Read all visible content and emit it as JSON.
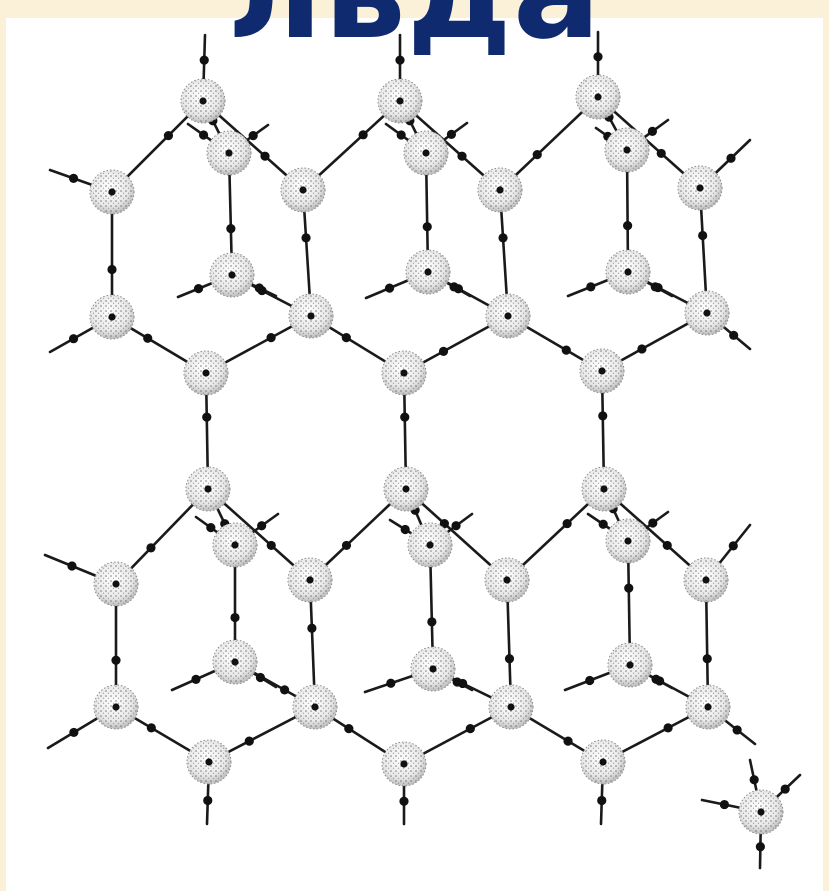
{
  "slide": {
    "title": "льда"
  },
  "diagram": {
    "kind": "ice-crystal-lattice",
    "atom_style": "stippled-sphere",
    "colors": {
      "title": "#0f2a6e",
      "background": "#fbf1d8",
      "panel": "#ffffff",
      "bond": "#1a1a1a",
      "atom_stipple": "#444444"
    }
  }
}
